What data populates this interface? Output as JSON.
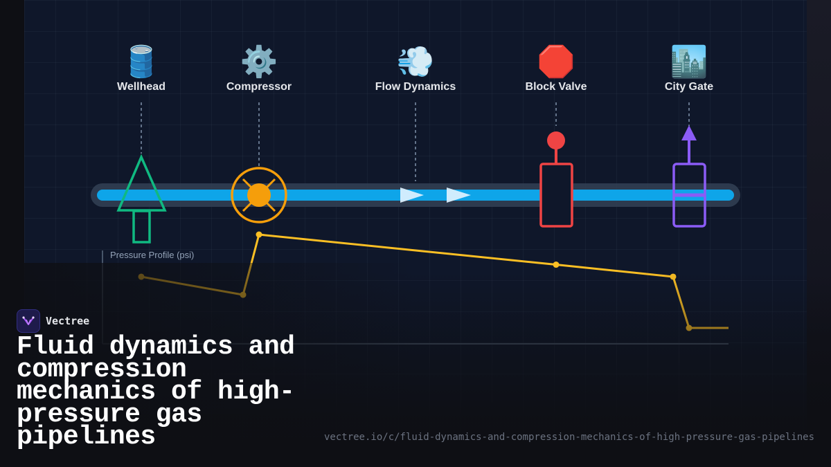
{
  "stages": [
    {
      "label": "Wellhead",
      "icon": "oil-drum-icon",
      "emoji": "🛢️"
    },
    {
      "label": "Compressor",
      "icon": "gear-icon",
      "emoji": "⚙️"
    },
    {
      "label": "Flow Dynamics",
      "icon": "wind-icon",
      "emoji": "💨"
    },
    {
      "label": "Block Valve",
      "icon": "stop-sign-icon",
      "emoji": "🛑"
    },
    {
      "label": "City Gate",
      "icon": "cityscape-icon",
      "emoji": "🏙️"
    }
  ],
  "colors": {
    "pipe": "#0ea5e9",
    "wellhead": "#10b981",
    "compressor": "#f59e0b",
    "valve": "#ef4444",
    "gate": "#8b5cf6",
    "pressure_line": "#fbbf24"
  },
  "chart_data": {
    "type": "line",
    "ylabel": "Pressure Profile (psi)",
    "note": "relative pressure profile along pipeline; no numeric axis labels shown",
    "series": [
      {
        "values": [
          0.72,
          0.6,
          1.0,
          0.8,
          0.72,
          0.38
        ]
      }
    ]
  },
  "brand": {
    "name": "Vectree"
  },
  "title": "Fluid dynamics and compression mechanics of high-pressure gas pipelines",
  "url": "vectree.io/c/fluid-dynamics-and-compression-mechanics-of-high-pressure-gas-pipelines"
}
